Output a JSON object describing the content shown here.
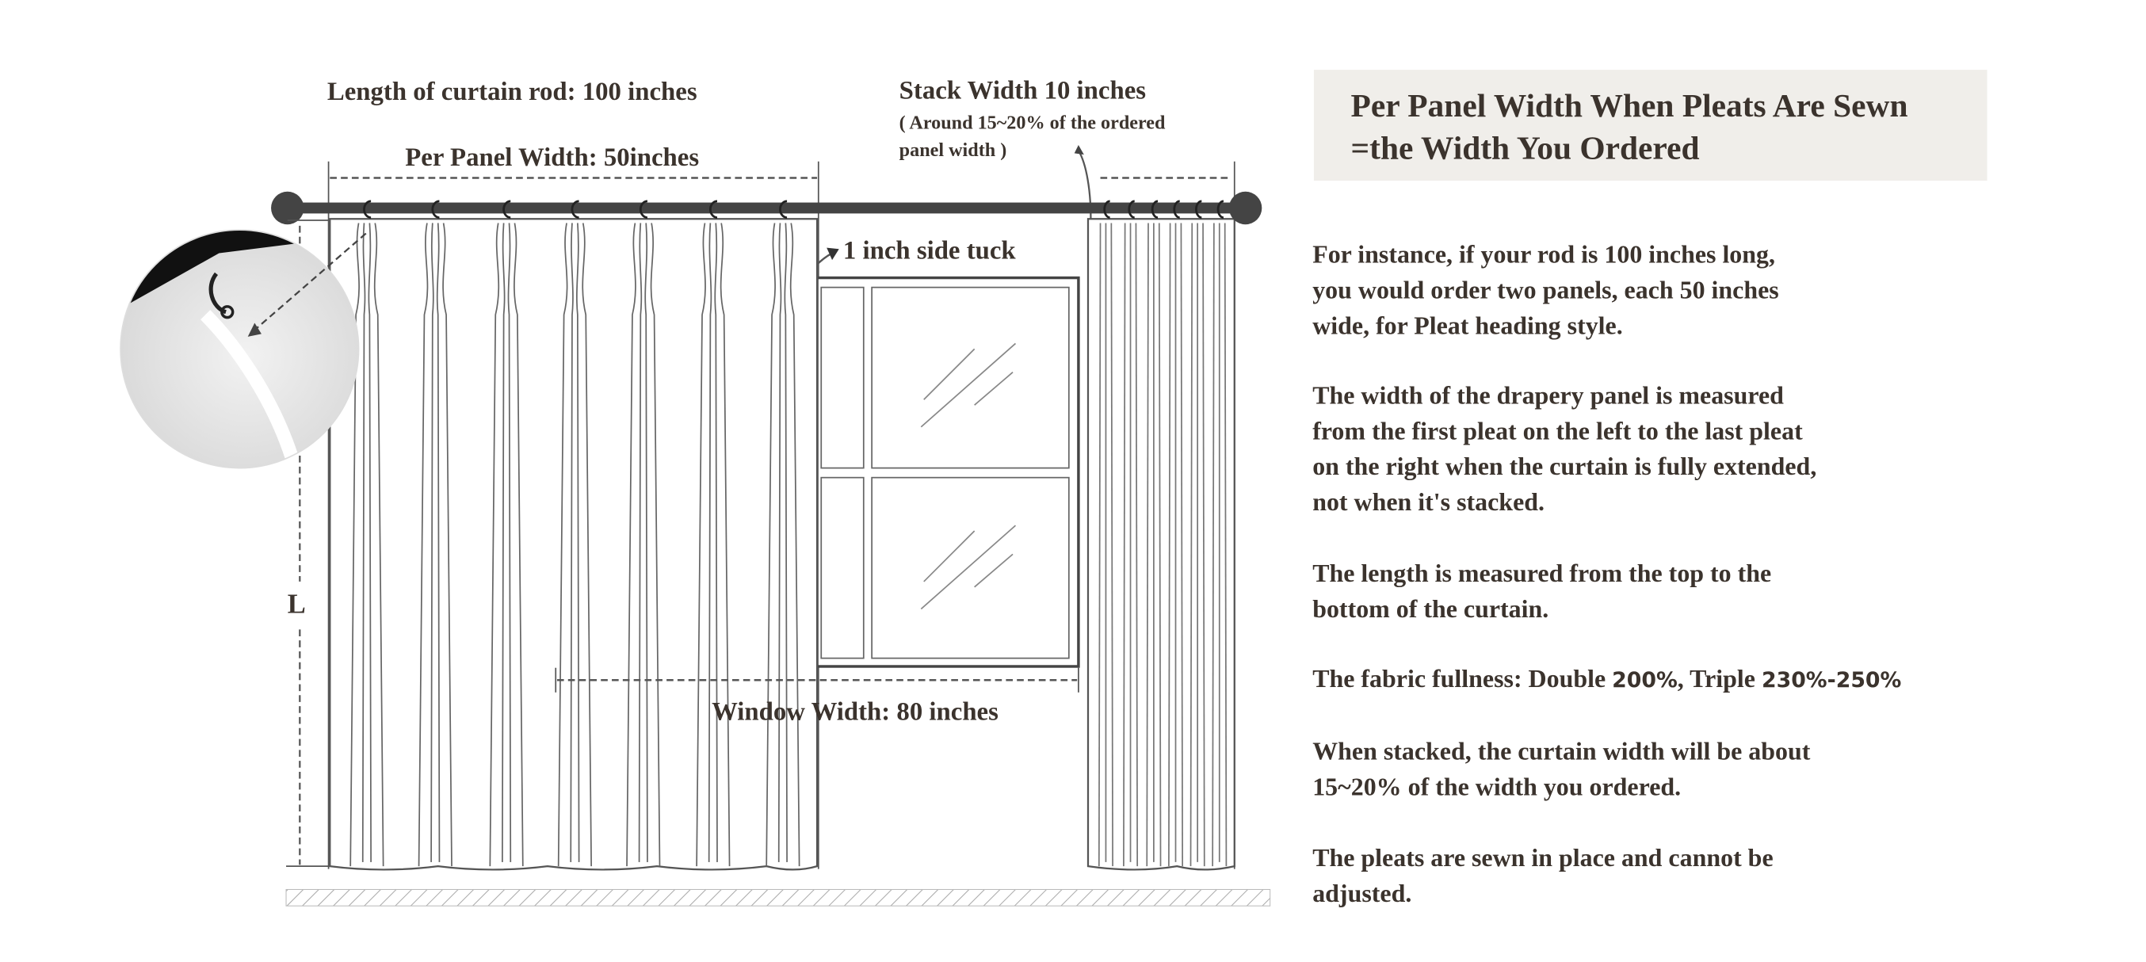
{
  "diagram": {
    "rod_length_label": "Length of curtain rod: 100 inches",
    "panel_width_label": "Per Panel Width: 50inches",
    "stack_width_label": "Stack Width 10 inches",
    "stack_note_line1": "( Around 15~20% of the ordered",
    "stack_note_line2": "panel width )",
    "side_tuck_label": "1 inch side tuck",
    "window_width_label": "Window Width: 80 inches",
    "length_label": "L"
  },
  "info": {
    "heading_line1": "Per Panel Width When Pleats Are Sewn",
    "heading_line2": "=the Width You Ordered",
    "p1": [
      "For instance, if your rod is 100 inches long,",
      "you would order two panels, each 50 inches",
      "wide, for Pleat heading style."
    ],
    "p2": [
      "The width of the drapery panel is measured",
      "from the first pleat on the left to the last pleat",
      "on the right when the curtain is fully extended,",
      "not when it's stacked."
    ],
    "p3": [
      "The length is measured from the top to the",
      "bottom of the curtain."
    ],
    "p4_prefix": "The fabric fullness: Double ",
    "p4_double": "200%",
    "p4_mid": ", Triple ",
    "p4_triple": "230%-250%",
    "p5": [
      "When stacked, the curtain width will be about",
      "15~20% of the width you ordered."
    ],
    "p6": [
      "The pleats are sewn in place and cannot be",
      "adjusted."
    ]
  },
  "colors": {
    "text": "#3b332d",
    "heading_bg": "#f0eeea",
    "rod": "#444444"
  }
}
